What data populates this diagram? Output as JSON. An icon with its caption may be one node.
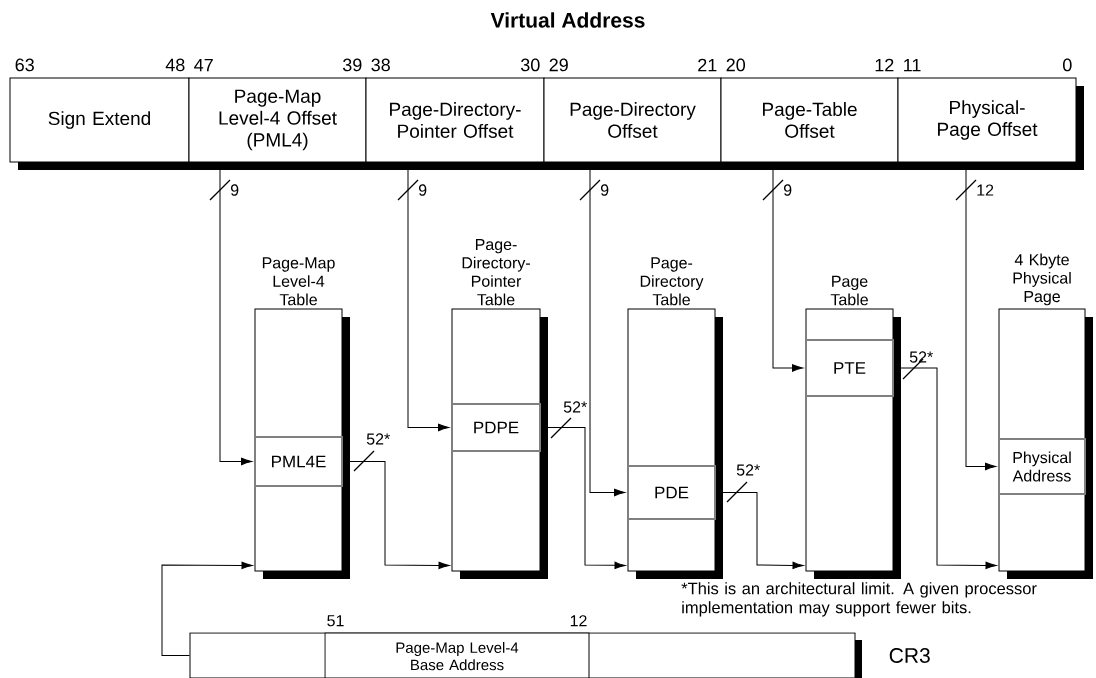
{
  "diagram": {
    "title": "Virtual Address",
    "nodes": [
      {
        "text": [
          "Sign Extend"
        ],
        "beside": [
          "63",
          "48"
        ]
      },
      {
        "text": [
          "Page-Map Level-4 Offset (PML4)"
        ],
        "beside": [
          "47",
          "39"
        ]
      },
      {
        "text": [
          "Page-Directory-Pointer Offset"
        ],
        "beside": [
          "38",
          "30"
        ]
      },
      {
        "text": [
          "Page-Directory Offset"
        ],
        "beside": [
          "29",
          "21"
        ]
      },
      {
        "text": [
          "Page-Table Offset"
        ],
        "beside": [
          "20",
          "12"
        ]
      },
      {
        "text": [
          "Physical-Page Offset"
        ],
        "beside": [
          "11",
          "0"
        ]
      },
      {
        "text": [
          "Page-Map Level-4 Table"
        ]
      },
      {
        "text": [
          "PML4E"
        ],
        "in": 6
      },
      {
        "text": [
          "Page-Directory-Pointer Table"
        ]
      },
      {
        "text": [
          "PDPE"
        ],
        "in": 8
      },
      {
        "text": [
          "Page-Directory Table"
        ]
      },
      {
        "text": [
          "PDE"
        ],
        "in": 10
      },
      {
        "text": [
          "Page Table"
        ]
      },
      {
        "text": [
          "PTE"
        ],
        "in": 12
      },
      {
        "text": [
          "4 Kbyte Physical Page"
        ]
      },
      {
        "text": [
          "Physical Address"
        ],
        "in": 14
      },
      {
        "text": [
          "CR3"
        ]
      },
      {
        "text": [
          "Page-Map Level-4 Base Address"
        ],
        "beside": [
          "51",
          "12"
        ],
        "in": 16
      }
    ],
    "edges": [
      {
        "from": 1,
        "to": 7,
        "arrow": "to",
        "label": "9"
      },
      {
        "from": 2,
        "to": 9,
        "arrow": "to",
        "label": "9"
      },
      {
        "from": 3,
        "to": 11,
        "arrow": "to",
        "label": "9"
      },
      {
        "from": 4,
        "to": 13,
        "arrow": "to",
        "label": "9"
      },
      {
        "from": 5,
        "to": 15,
        "arrow": "to",
        "label": "12"
      },
      {
        "from": 7,
        "to": 8,
        "arrow": "to",
        "label": "52*"
      },
      {
        "from": 9,
        "to": 10,
        "arrow": "to",
        "label": "52*"
      },
      {
        "from": 11,
        "to": 12,
        "arrow": "to",
        "label": "52*"
      },
      {
        "from": 13,
        "to": 14,
        "arrow": "to",
        "label": "52*"
      },
      {
        "from": 16,
        "to": 6,
        "arrow": "to"
      }
    ],
    "labels": [
      "*This is an architectural limit. A given processor implementation may support fewer bits."
    ]
  }
}
